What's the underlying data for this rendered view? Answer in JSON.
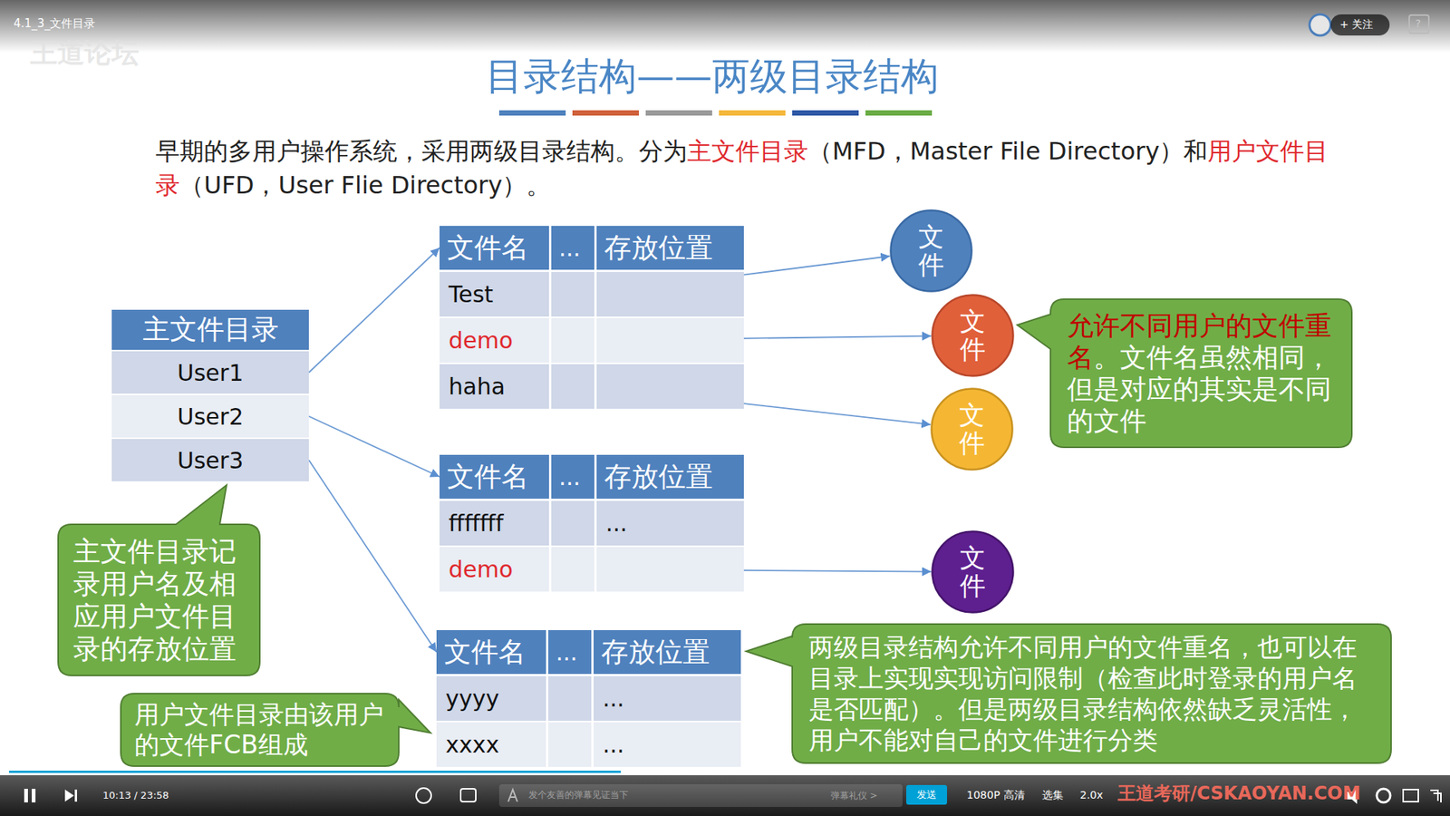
{
  "diagram": {
    "title": "目录结构——两级目录结构",
    "nodes": [
      {
        "text": [
          "主文件目录"
        ]
      },
      {
        "text": [
          "User1"
        ],
        "in": 0
      },
      {
        "text": [
          "User2"
        ],
        "in": 0
      },
      {
        "text": [
          "User3"
        ],
        "in": 0
      },
      {
        "text": [
          "文件名",
          "...",
          "存放位置"
        ]
      },
      {
        "text": [
          "Test"
        ],
        "in": 4
      },
      {
        "text": [
          "demo"
        ],
        "in": 4
      },
      {
        "text": [
          "haha"
        ],
        "in": 4
      },
      {
        "text": [
          "文件"
        ]
      },
      {
        "text": [
          "文件"
        ]
      },
      {
        "text": [
          "文件"
        ]
      },
      {
        "text": [
          "允许不同用户的文件重名",
          "。文件名虽然相同，但是对应的其实是不同的文件"
        ]
      },
      {
        "text": [
          "文件名",
          "...",
          "存放位置"
        ]
      },
      {
        "text": [
          "fffffff",
          "..."
        ],
        "in": 12
      },
      {
        "text": [
          "demo"
        ],
        "in": 12
      },
      {
        "text": [
          "文件"
        ]
      },
      {
        "text": [
          "主文件目录记录用户名及相应用户文件目录的存放位置"
        ]
      },
      {
        "text": [
          "文件名",
          "...",
          "存放位置"
        ]
      },
      {
        "text": [
          "yyyy",
          "..."
        ],
        "in": 17
      },
      {
        "text": [
          "xxxx",
          "..."
        ],
        "in": 17
      },
      {
        "text": [
          "两级目录结构允许不同用户的文件重名，也可以在目录上实现实现访问限制（检查此时登录的用户名是否匹配）。但是两级目录结构依然缺乏灵活性，用户不能对自己的文件进行分类"
        ]
      },
      {
        "text": [
          "用户文件目录由该用户的文件FCB组成"
        ]
      }
    ],
    "edges": [
      {
        "from": 1,
        "to": 4,
        "arrow": "to"
      },
      {
        "from": 2,
        "to": 12,
        "arrow": "to"
      },
      {
        "from": 3,
        "to": 17,
        "arrow": "to"
      },
      {
        "from": 5,
        "to": 8,
        "arrow": "to"
      },
      {
        "from": 6,
        "to": 9,
        "arrow": "to"
      },
      {
        "from": 7,
        "to": 10,
        "arrow": "to"
      },
      {
        "from": 14,
        "to": 15,
        "arrow": "to"
      }
    ],
    "labels": [
      "4.1_3_文件目录",
      "王道论坛",
      "+ 关注",
      "?",
      "早期的多用户操作系统，采用两级目录结构。分为",
      "主文件目录",
      "（MFD，Master File Directory）和",
      "用户文件目录",
      "（UFD，User Flie Directory）。",
      "10:13 / 23:58",
      "发个友善的弹幕见证当下",
      "弹幕礼仪 >",
      "发送",
      "1080P 高清",
      "选集",
      "2.0x",
      "王道考研/CSKAOYAN.COM"
    ]
  }
}
